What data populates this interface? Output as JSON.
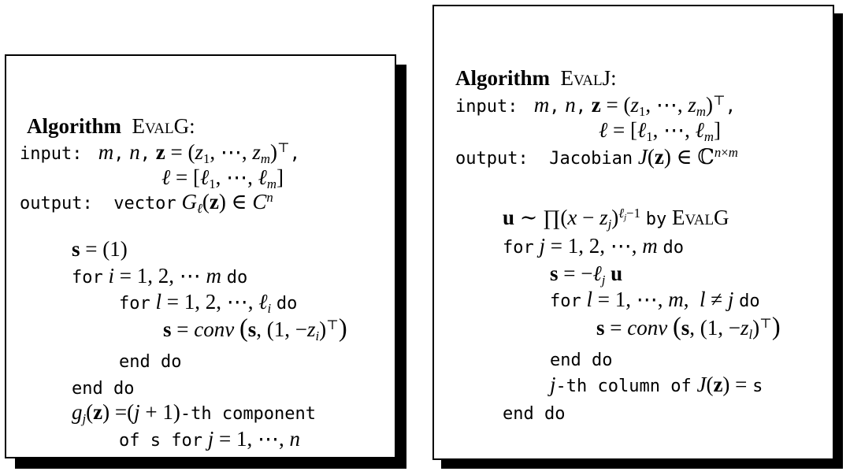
{
  "left": {
    "kw_algorithm": "Algorithm",
    "name": "EvalG:",
    "kw_input": "input:",
    "input_line1": "m, n, z = (z₁, ⋯, zₘ)⊤,",
    "input_line2": "ℓ = [ℓ₁, ⋯, ℓₘ]",
    "kw_output": "output:",
    "output_line": "vector G_ℓ(z) ∈ Cⁿ",
    "body": [
      "s = (1)",
      "for i = 1, 2, ⋯ m do",
      "for l = 1, 2, ⋯, ℓᵢ do",
      "s = conv(s, (1, −zᵢ)⊤)",
      "end do",
      "end do",
      "gⱼ(z) =(j + 1)-th component",
      "of s for j = 1, ⋯, n"
    ]
  },
  "right": {
    "kw_algorithm": "Algorithm",
    "name": "EvalJ:",
    "kw_input": "input:",
    "input_line1": "m, n, z = (z₁, ⋯, zₘ)⊤,",
    "input_line2": "ℓ = [ℓ₁, ⋯, ℓₘ]",
    "kw_output": "output:",
    "output_line": "Jacobian J(z) ∈ ℂ^{n×m}",
    "body": [
      "u ∼ ∏(x − zⱼ)^{ℓⱼ−1} by EvalG",
      "for j = 1, 2, ⋯, m do",
      "s = −ℓⱼ u",
      "for l = 1, ⋯, m, l ≠ j do",
      "s = conv(s, (1, −z_l)⊤)",
      "end do",
      "j-th column of J(z) = s",
      "end do"
    ]
  }
}
